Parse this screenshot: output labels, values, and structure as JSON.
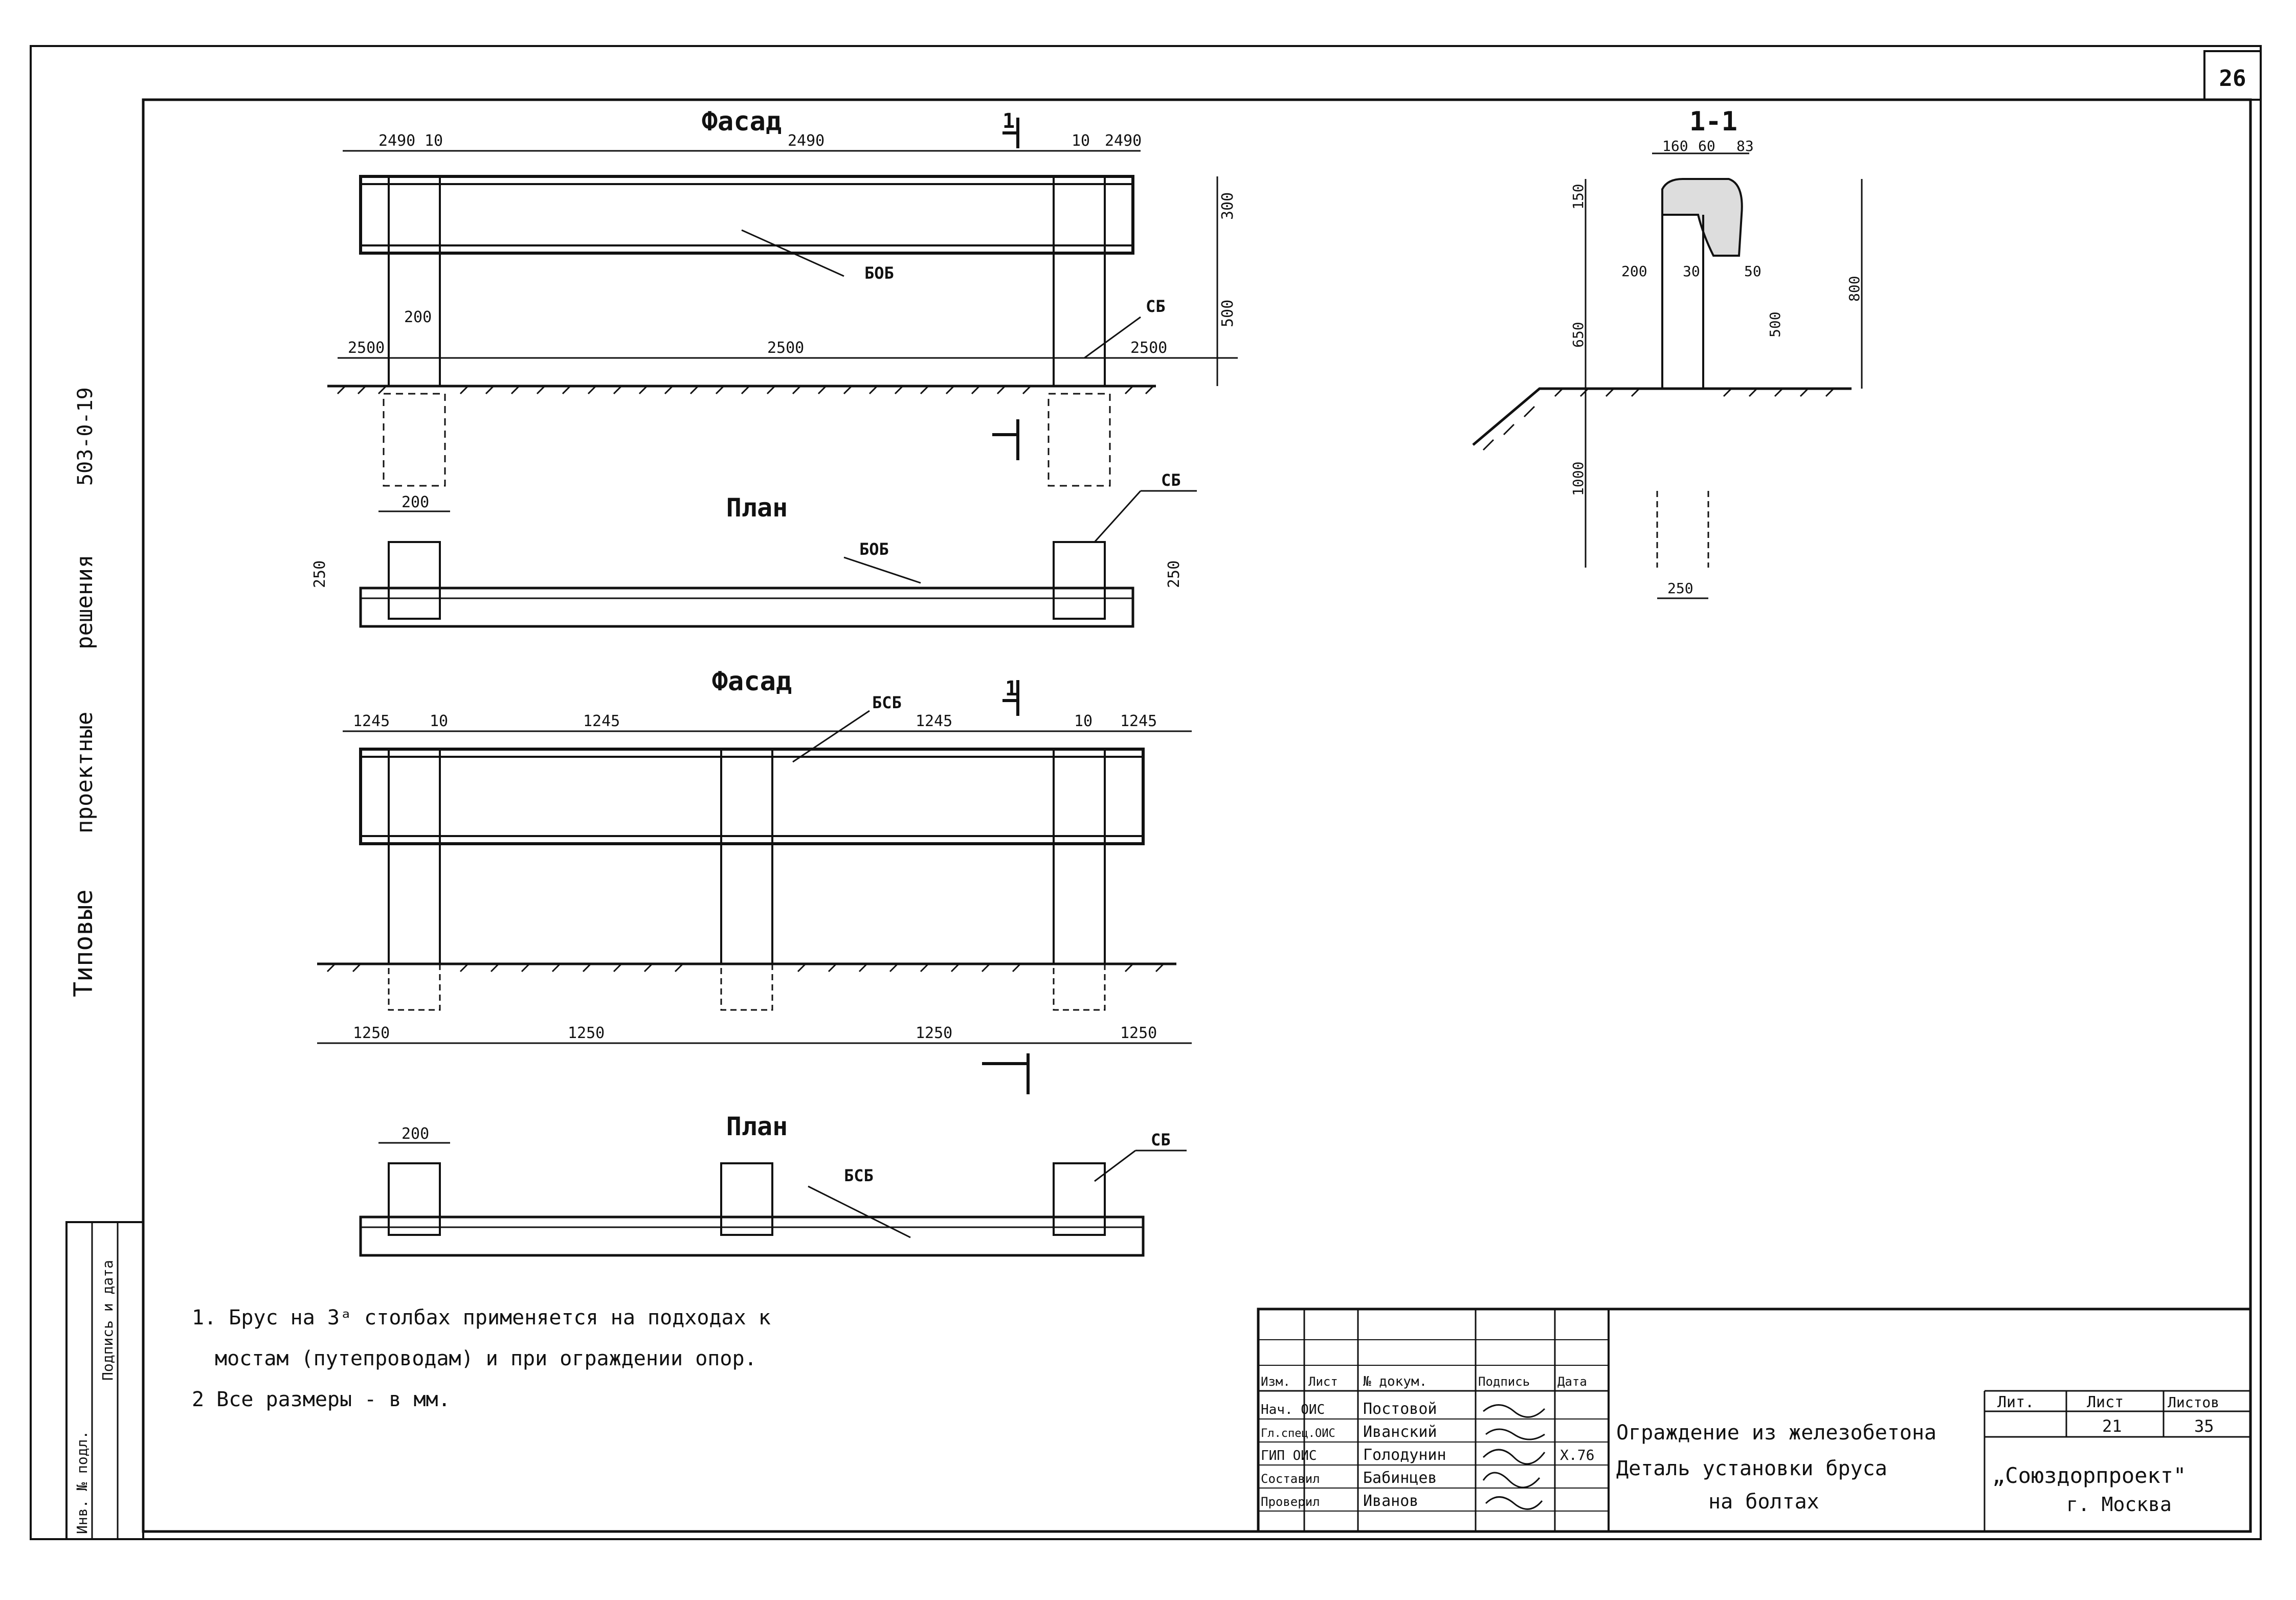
{
  "sheet_number": "26",
  "side_title": {
    "t1": "Типовые",
    "t2": "проектные",
    "t3": "решения",
    "t4": "503-0-19"
  },
  "stamp_left": {
    "inv": "Инв. № подл.",
    "sign": "Подпись и дата"
  },
  "view_top": {
    "facade_title": "Фасад",
    "plan_title": "План",
    "dims": [
      "2490",
      "10",
      "2490",
      "10",
      "2490",
      "2500",
      "2500",
      "2500",
      "200",
      "300",
      "500",
      "200",
      "250",
      "250"
    ],
    "labels": {
      "beam": "БОБ",
      "post": "СБ",
      "plan_beam": "БОБ",
      "plan_post": "СБ",
      "section": "1"
    }
  },
  "view_bottom": {
    "facade_title": "Фасад",
    "plan_title": "План",
    "dims": [
      "1245",
      "10",
      "1245",
      "1245",
      "10",
      "1245",
      "1250",
      "1250",
      "1250",
      "1250",
      "200"
    ],
    "labels": {
      "beam": "БСБ",
      "post": "СБ",
      "plan_beam": "БСБ",
      "section": "1"
    }
  },
  "section_view": {
    "title": "1-1",
    "dims": [
      "160",
      "60",
      "83",
      "150",
      "650",
      "200",
      "30",
      "50",
      "500",
      "800",
      "1000",
      "250"
    ]
  },
  "notes": [
    "1. Брус на 3ᵃ столбах применяется на подходах к",
    "мостам (путепроводам) и при ограждении опор.",
    "2 Все размеры - в мм."
  ],
  "title_block": {
    "headers": [
      "Изм.",
      "Лист",
      "№ докум.",
      "Подпись",
      "Дата"
    ],
    "roles": [
      "Нач. ОИС",
      "Гл.спец.ОИС",
      "ГИП ОИС",
      "Составил",
      "Проверил"
    ],
    "names": [
      "Постовой",
      "Иванский",
      "Голодунин",
      "Бабинцев",
      "Иванов"
    ],
    "date": "Х.76",
    "title_line1": "Ограждение из железобетона",
    "title_line2": "Деталь установки бруса",
    "title_line3": "на болтах",
    "col_stage": "Лит.",
    "col_sheet": "Лист",
    "col_sheets": "Листов",
    "sheet_val": "21",
    "sheets_val": "35",
    "org": "„Союздорпроект\"",
    "city": "г. Москва"
  }
}
